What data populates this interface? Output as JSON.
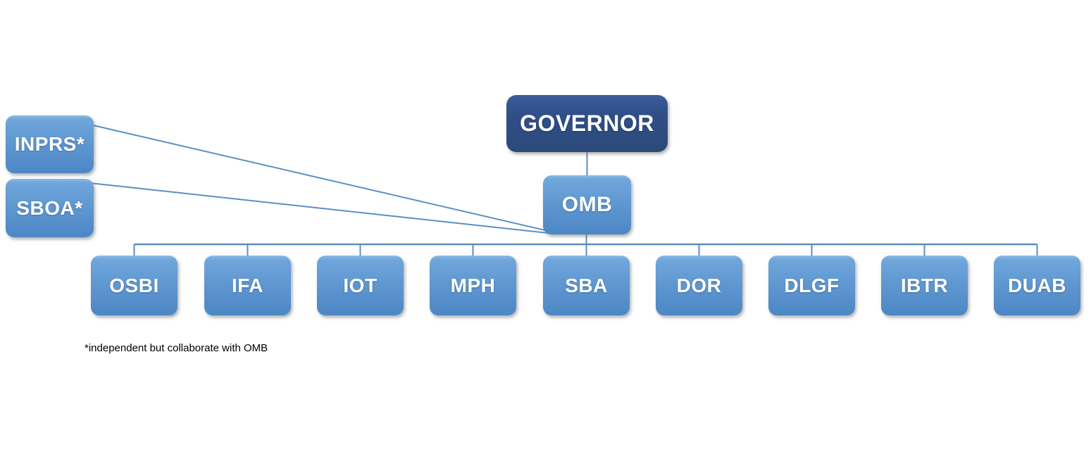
{
  "org": {
    "root": {
      "label": "GOVERNOR"
    },
    "manager": {
      "label": "OMB"
    },
    "independent": [
      {
        "label": "INPRS*"
      },
      {
        "label": "SBOA*"
      }
    ],
    "children": [
      {
        "label": "OSBI"
      },
      {
        "label": "IFA"
      },
      {
        "label": "IOT"
      },
      {
        "label": "MPH"
      },
      {
        "label": "SBA"
      },
      {
        "label": "DOR"
      },
      {
        "label": "DLGF"
      },
      {
        "label": "IBTR"
      },
      {
        "label": "DUAB"
      }
    ],
    "footnote": "*independent but collaborate with OMB"
  },
  "colors": {
    "background": "#FFFFFF",
    "root_fill": "#2F4F87",
    "node_fill_top": "#6FA6DB",
    "node_fill_bottom": "#4C87C5",
    "connector": "#5B8EC4",
    "label_text": "#FFFFFF",
    "footnote_text": "#000000"
  }
}
